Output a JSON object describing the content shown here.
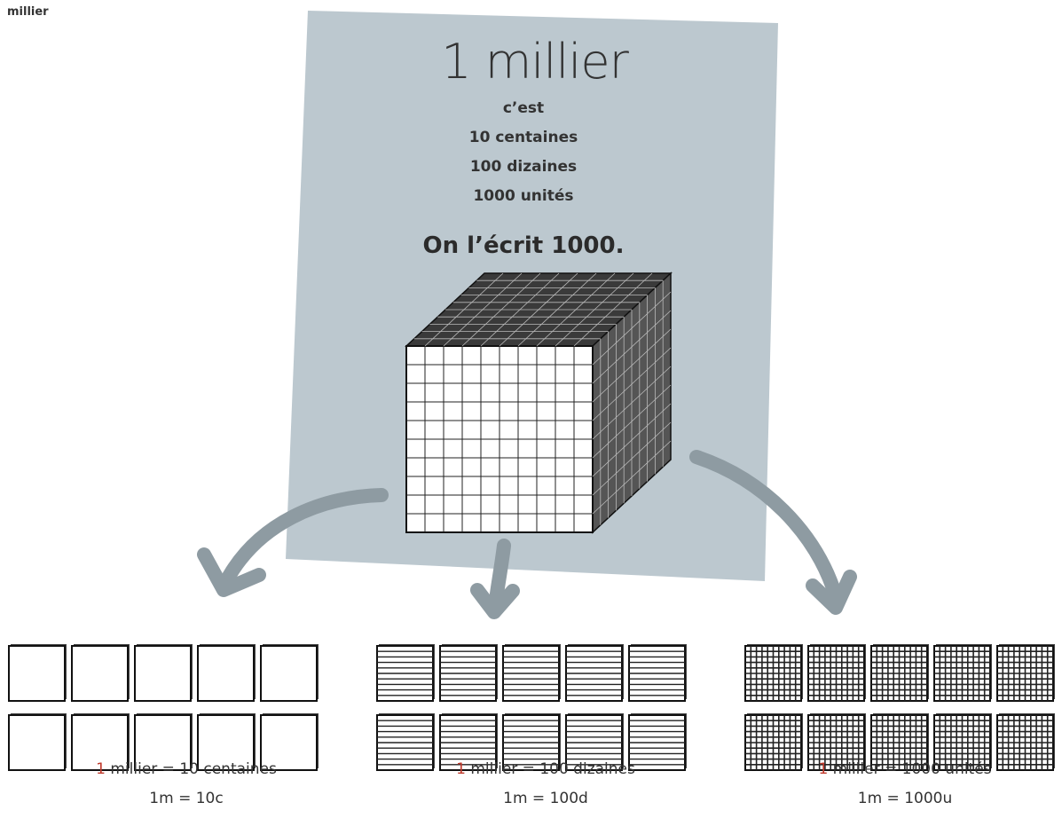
{
  "corner_label": "millier",
  "title": "1 millier",
  "definition": [
    "c’est",
    "10 centaines",
    "100 dizaines",
    "1000 unités"
  ],
  "written": "On l’écrit 1000.",
  "groups": [
    {
      "kind": "centaines",
      "eq_prefix": "1",
      "eq_rest": " millier = 10 centaines",
      "abbr": "1m = 10c"
    },
    {
      "kind": "dizaines",
      "eq_prefix": "1",
      "eq_rest": " millier = 100 dizaines",
      "abbr": "1m = 100d"
    },
    {
      "kind": "unites",
      "eq_prefix": "1",
      "eq_rest": " millier = 1000 unités",
      "abbr": "1m = 1000u"
    }
  ],
  "colors": {
    "panel": "#bcc8cf",
    "arrow": "#8e9ba2",
    "cube_top": "#3a3a3a",
    "cube_side": "#555555"
  }
}
